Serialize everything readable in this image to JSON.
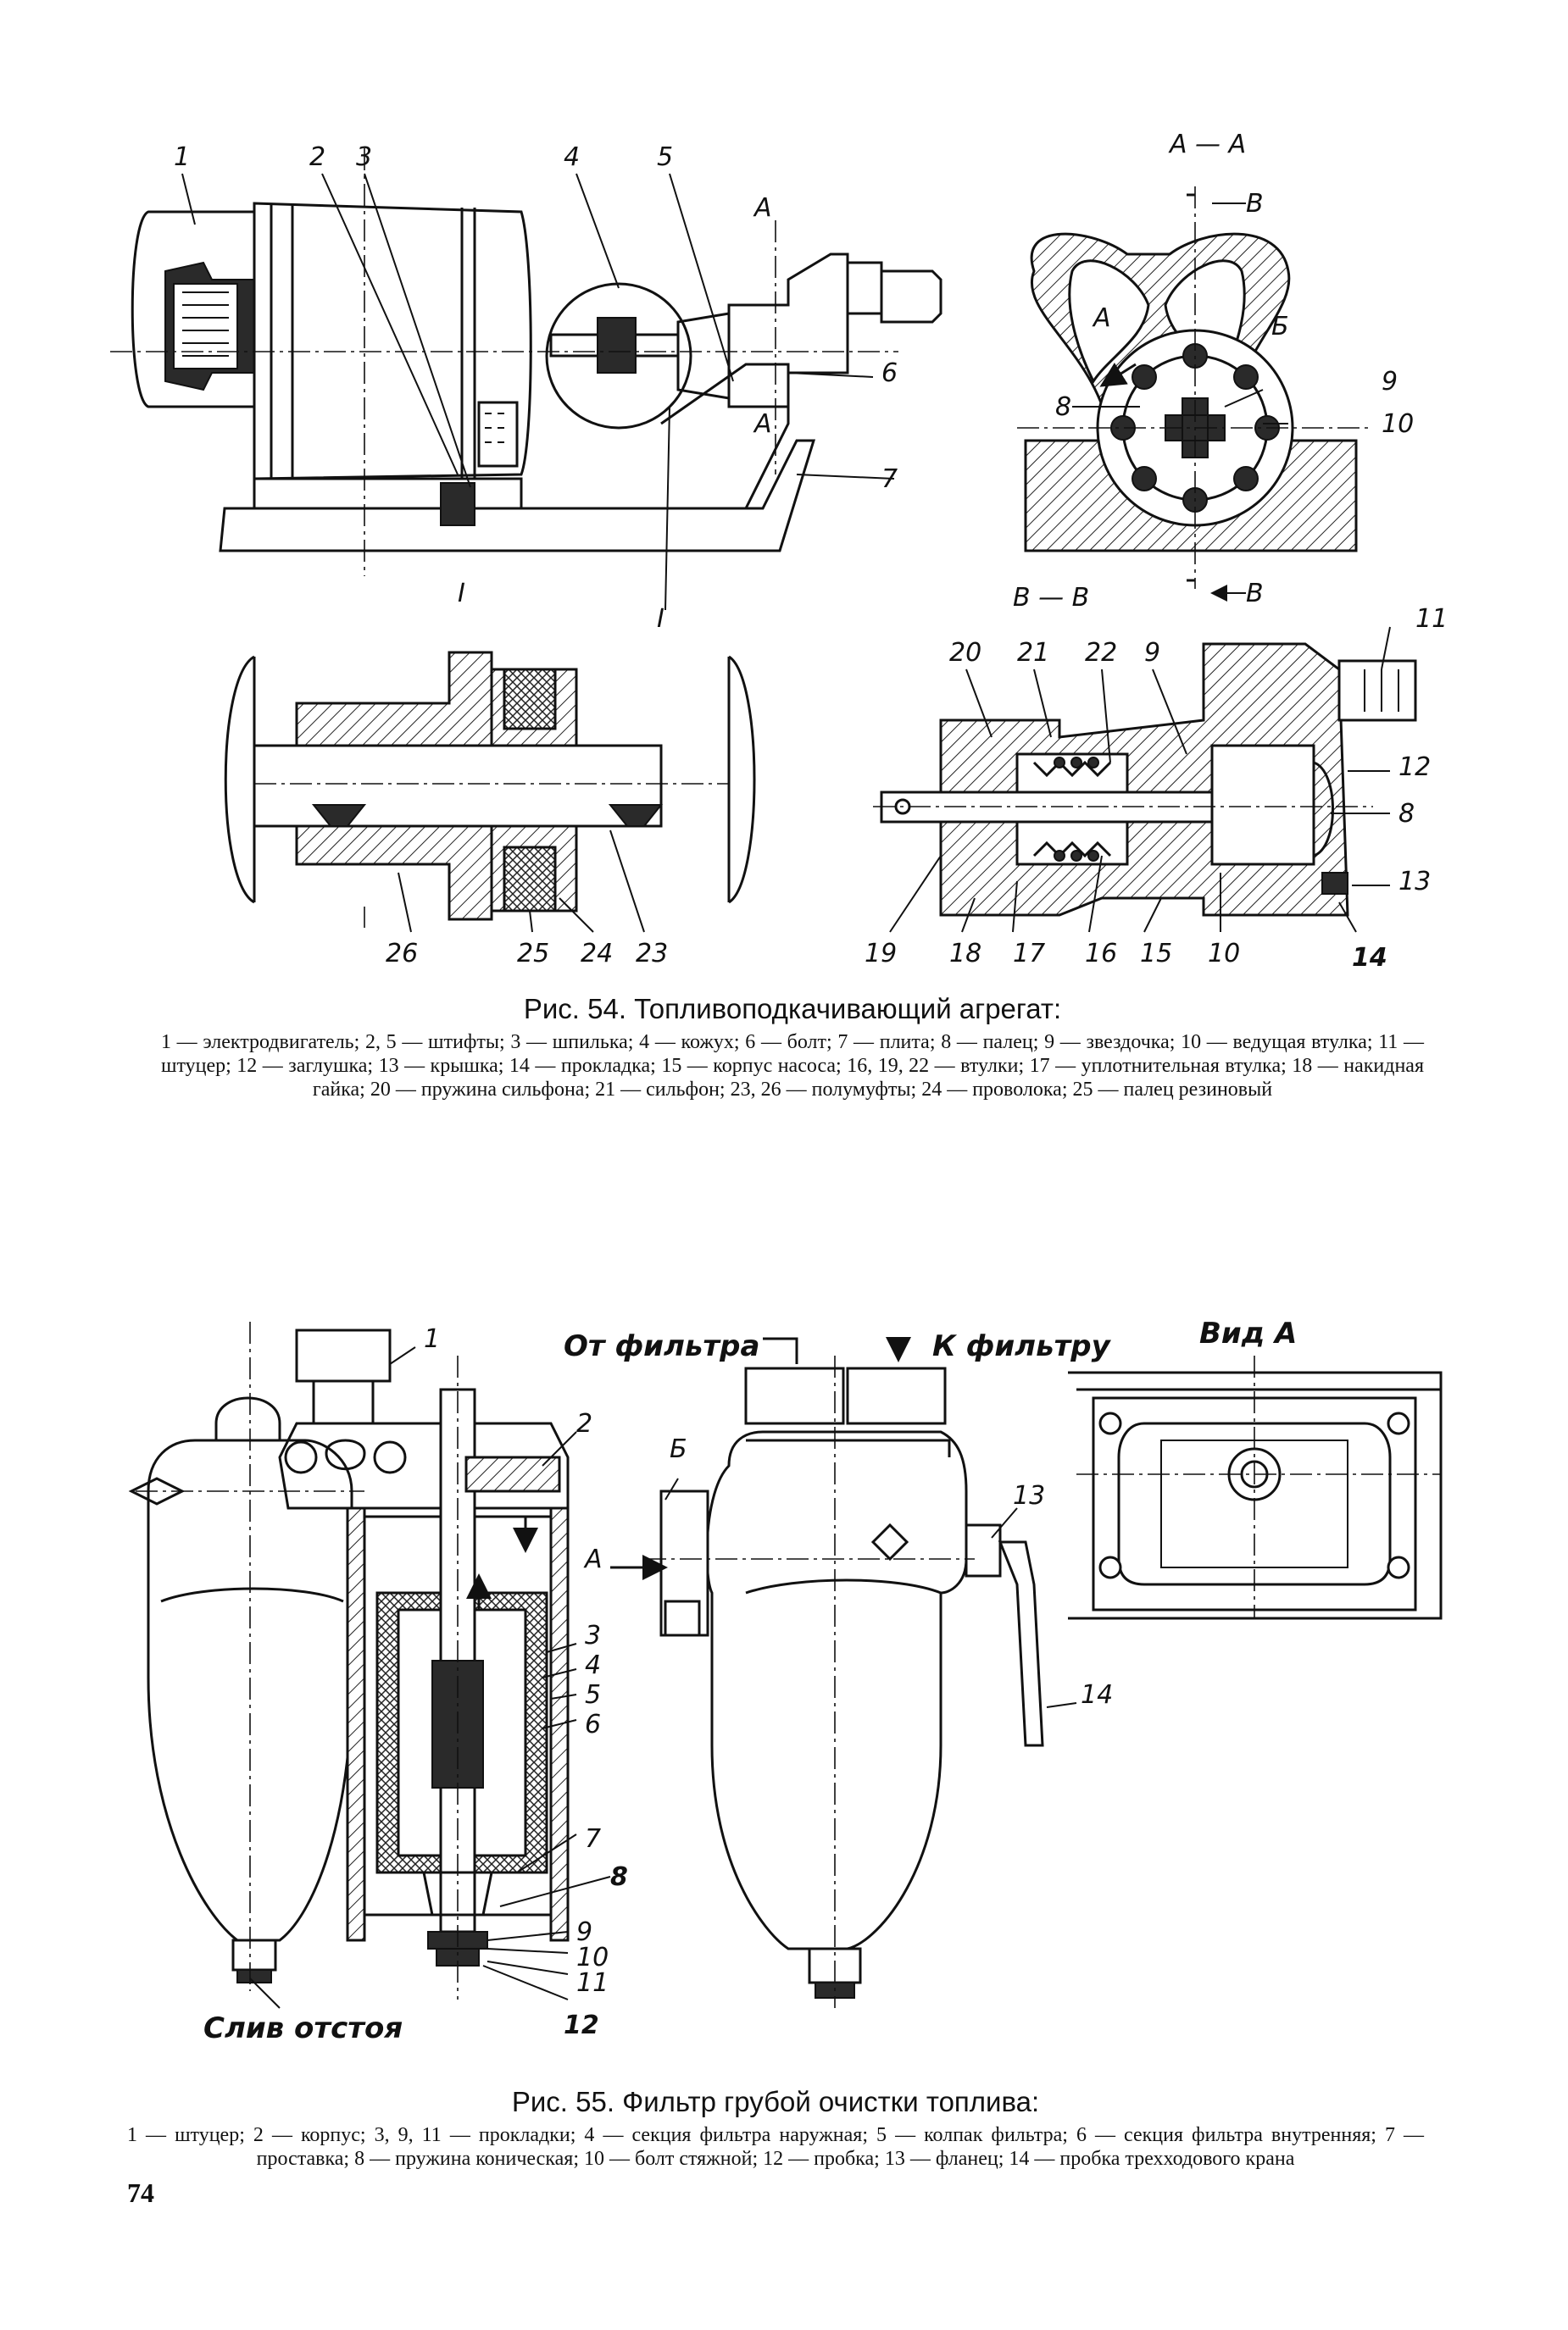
{
  "fig54": {
    "title": "Рис. 54. Топливоподкачивающий агрегат:",
    "legend": "1 — электродвигатель; 2, 5 — штифты; 3 — шпилька; 4 — кожух; 6 — болт; 7 — плита; 8 — палец; 9 — звездочка; 10 — ведущая втулка; 11 — штуцер; 12 — заглушка; 13 — крышка; 14 — прокладка; 15 — корпус насоса; 16, 19, 22 — втулки; 17 — уплотнительная втулка; 18 — накидная гайка; 20 — пружина сильфона; 21 — сильфон; 23, 26 — полумуфты; 24 — проволока; 25 — палец резиновый",
    "section_labels": {
      "aa": "А — А",
      "bb": "В — В",
      "one": "I",
      "one_mark": "I",
      "cut_a": "А",
      "cut_a2": "А",
      "cut_b_top": "В",
      "cut_b_bottom": "В",
      "cav_a": "А",
      "cav_b": "Б"
    },
    "callouts": {
      "c1": "1",
      "c2": "2",
      "c3": "3",
      "c4": "4",
      "c5": "5",
      "c6": "6",
      "c7": "7",
      "c8": "8",
      "c9": "9",
      "c10": "10",
      "c8b": "8",
      "c9b": "9",
      "c10b": "10",
      "c11": "11",
      "c12": "12",
      "c13": "13",
      "c14": "14",
      "c15": "15",
      "c16": "16",
      "c17": "17",
      "c18": "18",
      "c19": "19",
      "c20": "20",
      "c21": "21",
      "c22": "22",
      "c23": "23",
      "c24": "24",
      "c25": "25",
      "c26": "26"
    }
  },
  "fig55": {
    "title": "Рис. 55. Фильтр грубой очистки топлива:",
    "legend": "1 — штуцер; 2 — корпус; 3, 9, 11 — прокладки; 4 — секция фильтра наружная; 5 — колпак фильтра; 6 — секция фильтра внутренняя; 7 — проставка; 8 — пружина коническая; 10 — болт стяжной; 12 — пробка; 13 — фланец; 14 — пробка трехходового крана",
    "annotations": {
      "from_filter": "От фильтра",
      "to_filter": "К фильтру",
      "view_a": "Вид А",
      "drain": "Слив отстоя",
      "arrow_a": "А",
      "flange_b": "Б"
    },
    "callouts": {
      "c1": "1",
      "c2": "2",
      "c3": "3",
      "c4": "4",
      "c5": "5",
      "c6": "6",
      "c7": "7",
      "c8": "8",
      "c9": "9",
      "c10": "10",
      "c11": "11",
      "c12": "12",
      "c13": "13",
      "c14": "14"
    }
  },
  "page_number": "74"
}
